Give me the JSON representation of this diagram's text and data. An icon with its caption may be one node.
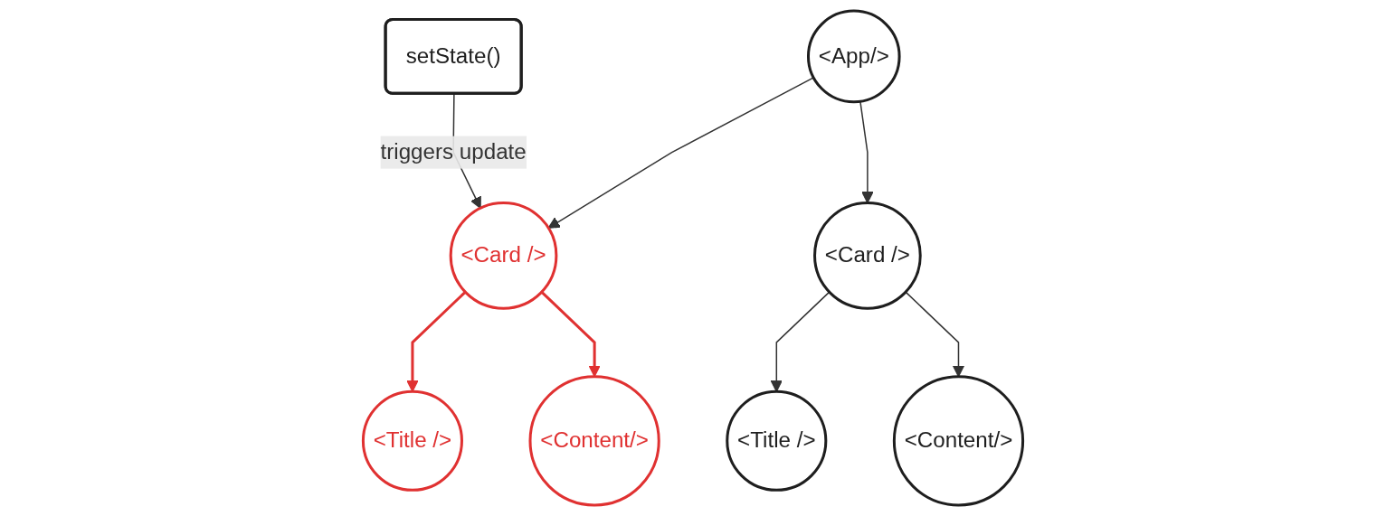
{
  "diagram": {
    "nodes": [
      {
        "text": [
          "setState()"
        ]
      },
      {
        "text": [
          "<App/>"
        ]
      },
      {
        "text": [
          "<Card />"
        ]
      },
      {
        "text": [
          "<Card />"
        ]
      },
      {
        "text": [
          "<Title />"
        ]
      },
      {
        "text": [
          "<Content/>"
        ]
      },
      {
        "text": [
          "<Title />"
        ]
      },
      {
        "text": [
          "<Content/>"
        ]
      }
    ],
    "edges": [
      {
        "from": 0,
        "to": 2,
        "arrow": "to",
        "label": "triggers update"
      },
      {
        "from": 1,
        "to": 2,
        "arrow": "to"
      },
      {
        "from": 1,
        "to": 3,
        "arrow": "to"
      },
      {
        "from": 2,
        "to": 4,
        "arrow": "to",
        "color": "#e03131"
      },
      {
        "from": 2,
        "to": 5,
        "arrow": "to",
        "color": "#e03131"
      },
      {
        "from": 3,
        "to": 6,
        "arrow": "to"
      },
      {
        "from": 3,
        "to": 7,
        "arrow": "to"
      }
    ]
  }
}
